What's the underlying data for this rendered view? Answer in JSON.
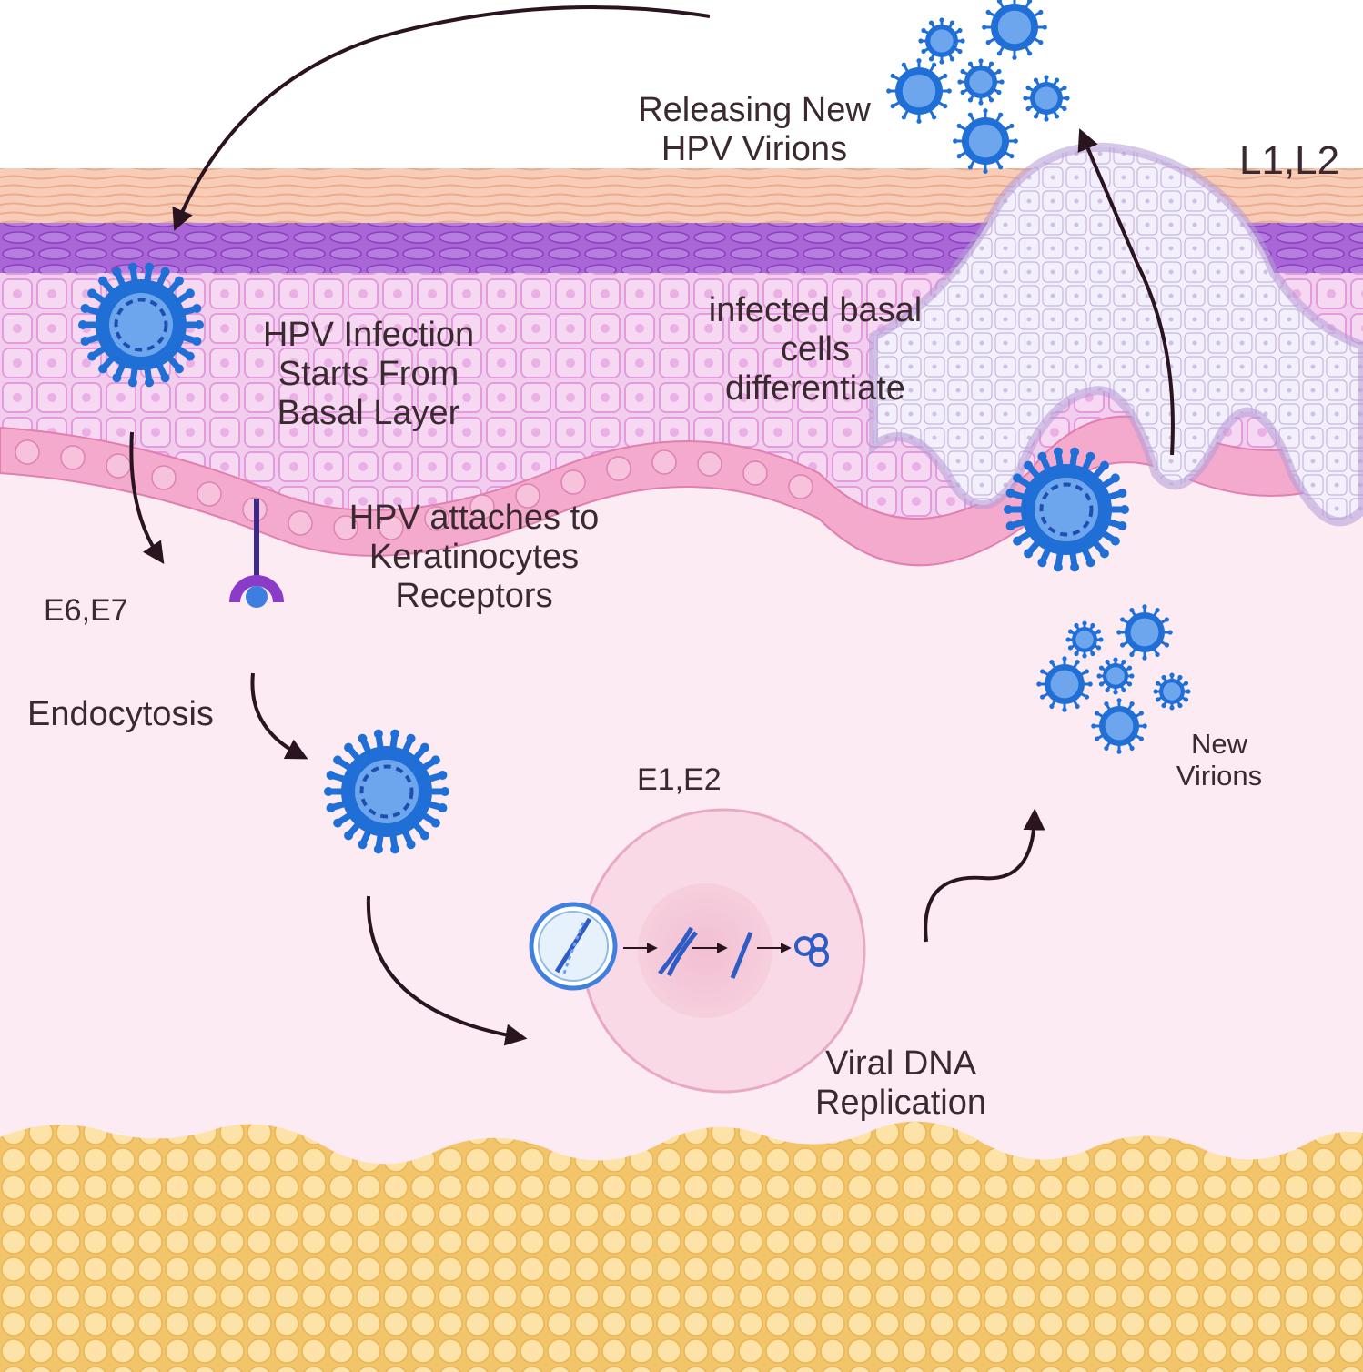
{
  "labels": {
    "releasing_line1": "Releasing New",
    "releasing_line2": "HPV Virions",
    "late_genes": "L1,L2",
    "infection_line1": "HPV Infection",
    "infection_line2": "Starts From",
    "infection_line3": "Basal Layer",
    "differentiate_line1": "infected basal",
    "differentiate_line2": "cells",
    "differentiate_line3": "differentiate",
    "attach_line1": "HPV attaches to",
    "attach_line2": "Keratinocytes",
    "attach_line3": "Receptors",
    "early_genes_e6e7": "E6,E7",
    "endocytosis": "Endocytosis",
    "early_genes_e1e2": "E1,E2",
    "new_virions_line1": "New",
    "new_virions_line2": "Virions",
    "replication_line1": "Viral DNA",
    "replication_line2": "Replication"
  },
  "colors": {
    "background": "#fcebf3",
    "stratum_corneum": "#f6c7b2",
    "granular_layer": "#a15bd0",
    "spinous_layer": "#f1c4ee",
    "basal_layer": "#f4aacc",
    "dermis_fat": "#fbd98a",
    "virus": "#1f6fd6",
    "arrow": "#2a1420",
    "text": "#3a2a30"
  }
}
